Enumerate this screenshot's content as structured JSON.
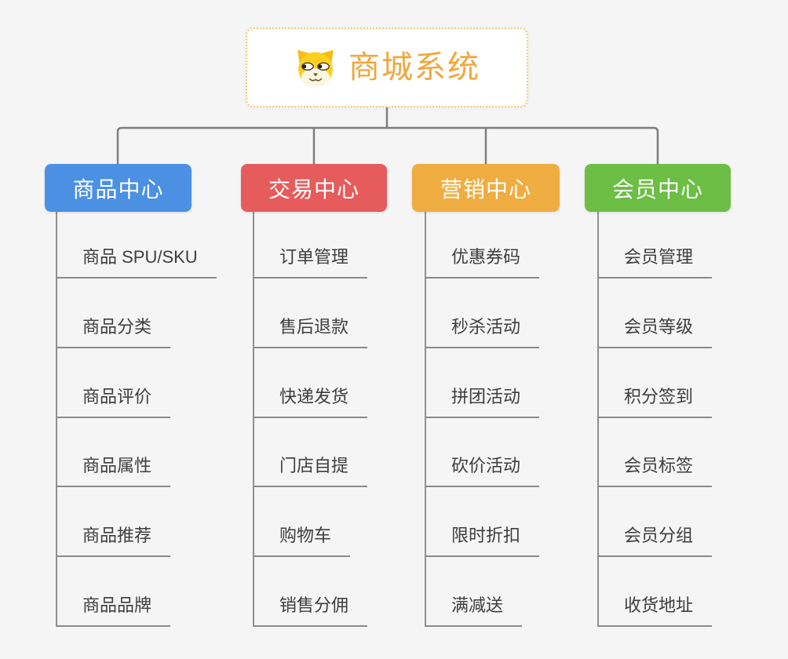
{
  "canvas": {
    "background": "#f5f5f5",
    "connector_color": "#7e7e7e",
    "underline_color": "#8a8a8a"
  },
  "root": {
    "label": "商城系统",
    "icon": "dog-face-icon",
    "text_color": "#f1a73d",
    "border_color": "#f5c479",
    "background": "#ffffff"
  },
  "branches": [
    {
      "label": "商品中心",
      "color": "#4b90e2",
      "children": [
        "商品 SPU/SKU",
        "商品分类",
        "商品评价",
        "商品属性",
        "商品推荐",
        "商品品牌"
      ]
    },
    {
      "label": "交易中心",
      "color": "#e65b5b",
      "children": [
        "订单管理",
        "售后退款",
        "快递发货",
        "门店自提",
        "购物车",
        "销售分佣"
      ]
    },
    {
      "label": "营销中心",
      "color": "#efad41",
      "children": [
        "优惠券码",
        "秒杀活动",
        "拼团活动",
        "砍价活动",
        "限时折扣",
        "满减送"
      ]
    },
    {
      "label": "会员中心",
      "color": "#6cbe45",
      "children": [
        "会员管理",
        "会员等级",
        "积分签到",
        "会员标签",
        "会员分组",
        "收货地址"
      ]
    }
  ]
}
